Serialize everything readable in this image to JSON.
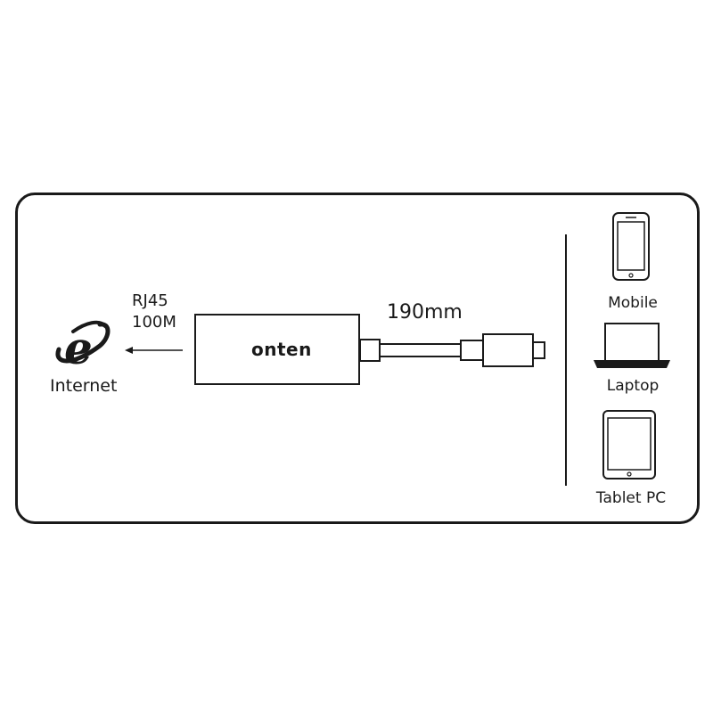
{
  "connection": {
    "port_type": "RJ45",
    "speed": "100M",
    "cable_length": "190mm",
    "network_label": "Internet"
  },
  "adapter": {
    "brand": "onten"
  },
  "devices": [
    {
      "label": "Mobile",
      "icon": "mobile-phone-icon"
    },
    {
      "label": "Laptop",
      "icon": "laptop-icon"
    },
    {
      "label": "Tablet PC",
      "icon": "tablet-icon"
    }
  ],
  "icons": {
    "internet": "internet-explorer-icon",
    "port": "ethernet-port-icon",
    "arrow": "arrow-left-icon",
    "connector": "usb-c-plug-icon"
  },
  "colors": {
    "line": "#1a1a1a",
    "background": "#ffffff"
  }
}
